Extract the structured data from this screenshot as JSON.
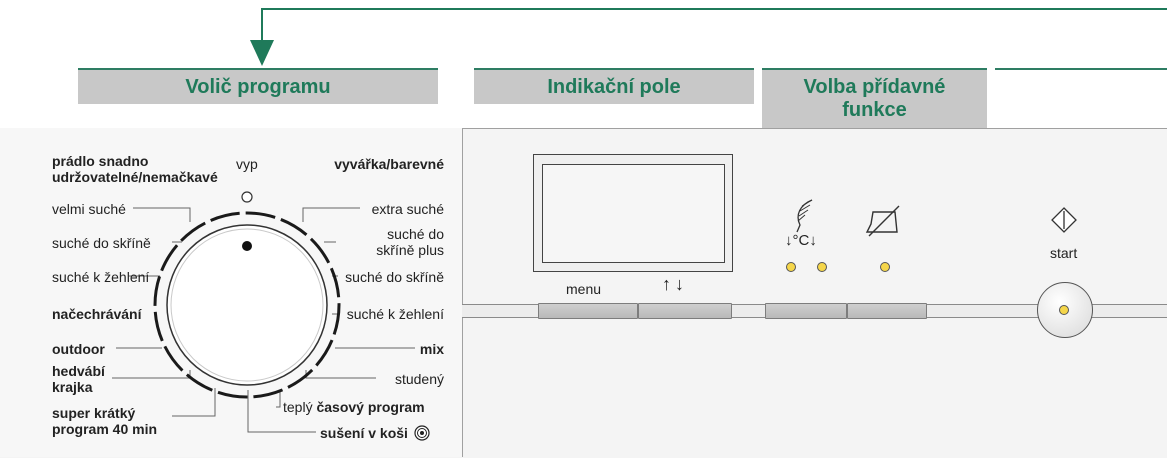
{
  "headers": {
    "program_selector": "Volič programu",
    "display_panel": "Indikační pole",
    "extra_function_line1": "Volba přídavné",
    "extra_function_line2": "funkce"
  },
  "dial": {
    "off_label": "vyp",
    "left_labels": [
      {
        "id": "easy-care",
        "line1": "prádlo snadno",
        "line2": "udržovatelné/nemačkavé",
        "bold": true
      },
      {
        "id": "very-dry",
        "line1": "velmi suché",
        "bold": false
      },
      {
        "id": "cupboard-dry-left",
        "line1": "suché do skříně",
        "bold": false
      },
      {
        "id": "iron-dry-left",
        "line1": "suché k žehlení",
        "bold": false
      },
      {
        "id": "freshen",
        "line1": "načechrávání",
        "bold": true
      },
      {
        "id": "outdoor",
        "line1": "outdoor",
        "bold": true
      },
      {
        "id": "silk",
        "line1": "hedvábí",
        "line2": "krajka",
        "bold": true
      },
      {
        "id": "super-short",
        "line1": "super krátký",
        "line2": "program 40 min",
        "bold": true
      }
    ],
    "right_labels": [
      {
        "id": "cottons",
        "line1": "vyvářka/barevné",
        "bold": true
      },
      {
        "id": "extra-dry",
        "line1": "extra suché",
        "bold": false
      },
      {
        "id": "cupboard-dry-plus",
        "line1": "suché do",
        "line2": "skříně plus",
        "bold": false
      },
      {
        "id": "cupboard-dry-right",
        "line1": "suché do skříně",
        "bold": false
      },
      {
        "id": "iron-dry-right",
        "line1": "suché k žehlení",
        "bold": false
      },
      {
        "id": "mix",
        "line1": "mix",
        "bold": true
      },
      {
        "id": "cold",
        "line1": "studený",
        "bold": false
      }
    ],
    "warm_label": "teplý",
    "timed_program_label": "časový program",
    "basket_drying_label": "sušení v koši"
  },
  "controls": {
    "menu_label": "menu",
    "arrows_label": "↑↓",
    "temp_label": "↓°C↓",
    "start_label": "start"
  },
  "colors": {
    "accent_green": "#1f7a5a",
    "header_gray": "#c8c8c8",
    "led_yellow": "#f5d64a"
  }
}
